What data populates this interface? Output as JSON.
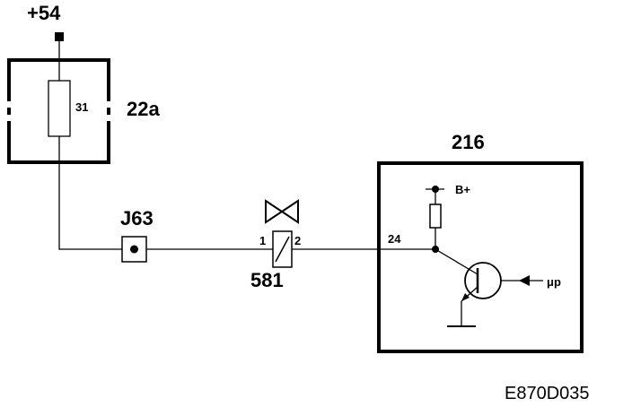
{
  "diagram": {
    "supply_label": "+54",
    "fuse_box_label": "22a",
    "fuse_number": "31",
    "connector_label": "J63",
    "valve_label": "581",
    "valve_pin_1": "1",
    "valve_pin_2": "2",
    "control_unit_label": "216",
    "control_unit_pin": "24",
    "battery_label": "B+",
    "microprocessor_label": "μp",
    "drawing_reference": "E870D035"
  }
}
